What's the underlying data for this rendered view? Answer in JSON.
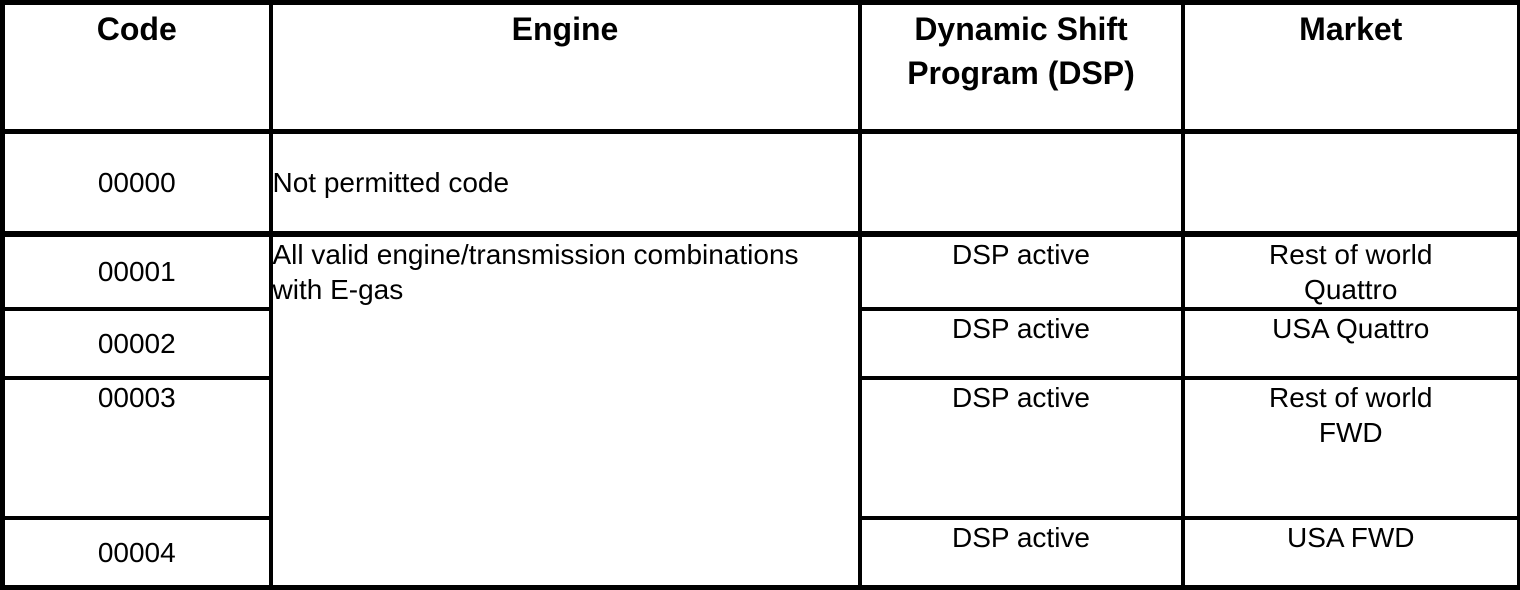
{
  "table": {
    "title_semantic": "engine-dsp-coding-table",
    "border_color": "#000000",
    "background_color": "#ffffff",
    "text_color": "#000000",
    "headers": {
      "code": "Code",
      "engine": "Engine",
      "dsp": "Dynamic Shift\nProgram (DSP)",
      "market": "Market"
    },
    "rows": [
      {
        "code": "00000",
        "engine": "Not permitted code",
        "dsp": "",
        "market": ""
      },
      {
        "code": "00001",
        "engine": "All valid engine/transmission combinations\nwith E-gas",
        "dsp": "DSP active",
        "market": "Rest of world\nQuattro"
      },
      {
        "code": "00002",
        "dsp": "DSP active",
        "market": "USA Quattro"
      },
      {
        "code": "00003",
        "dsp": "DSP active",
        "market": "Rest of world\nFWD"
      },
      {
        "code": "00004",
        "dsp": "DSP active",
        "market": "USA FWD"
      }
    ]
  }
}
